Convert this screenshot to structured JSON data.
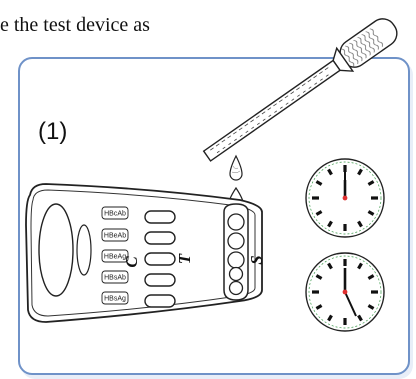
{
  "instruction_text": "e the test device as",
  "step_label": "(1)",
  "device": {
    "well_labels": [
      "HBcAb",
      "HBeAb",
      "HBeAg",
      "HBsAb",
      "HBsAg"
    ],
    "control_letter": "C",
    "test_letter": "T",
    "sample_letter": "S"
  },
  "clocks": [
    {
      "name": "start-clock",
      "time": "12:00"
    },
    {
      "name": "end-clock",
      "time": "12:25"
    }
  ],
  "colors": {
    "panel_border": "#6f92c8",
    "clock_marker": "#e03030",
    "clock_ring": "#3a9a4a"
  }
}
